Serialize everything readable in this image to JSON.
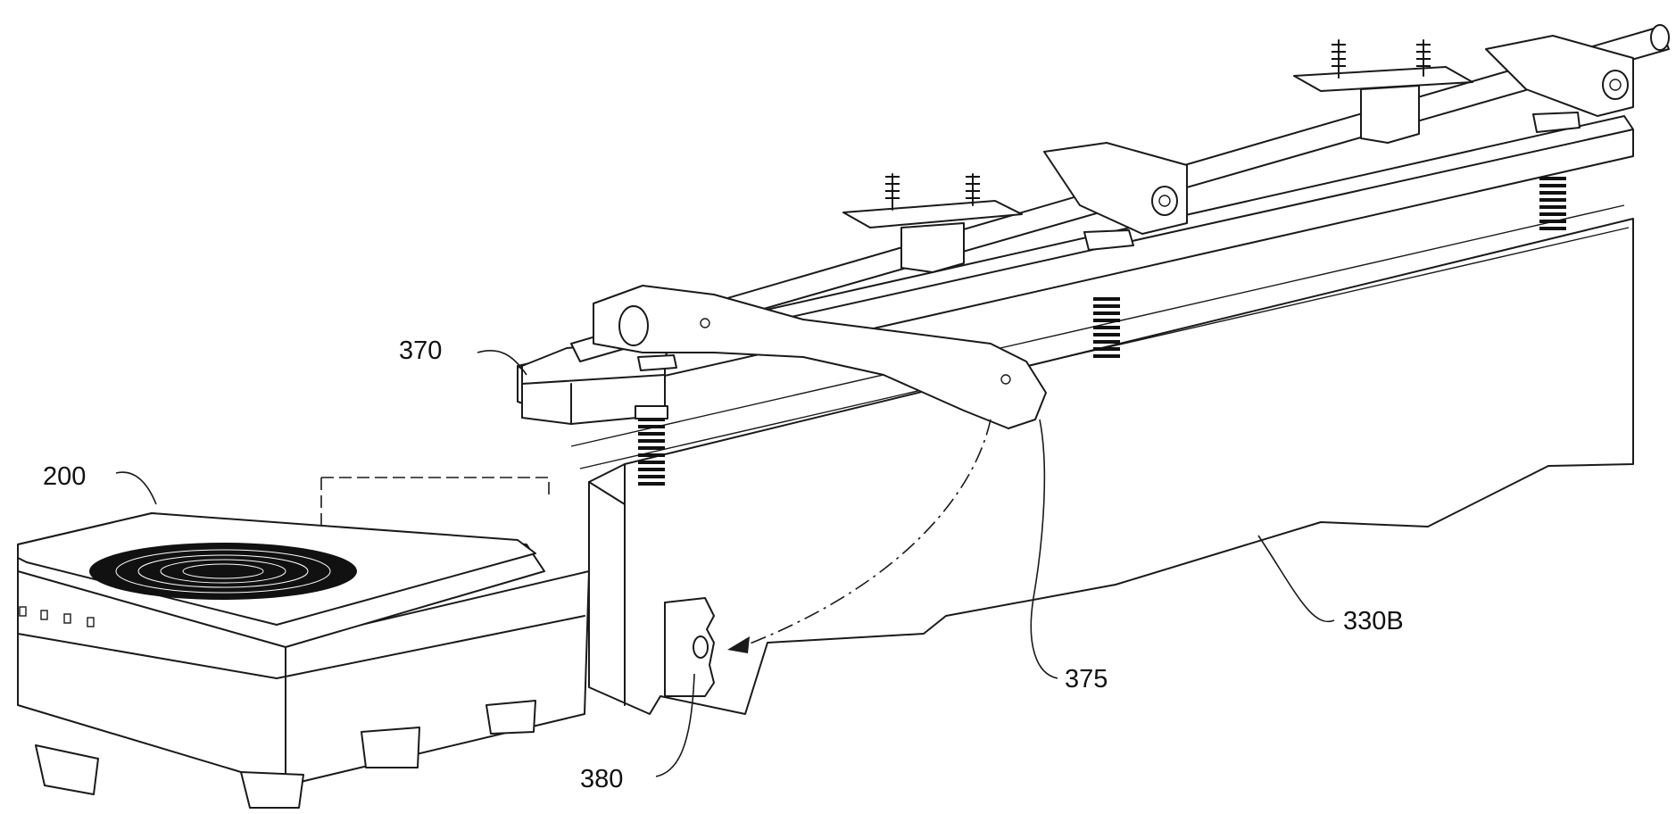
{
  "figure": {
    "labels": {
      "l200": "200",
      "l370": "370",
      "l330b": "330B",
      "l375": "375",
      "l380": "380"
    }
  }
}
